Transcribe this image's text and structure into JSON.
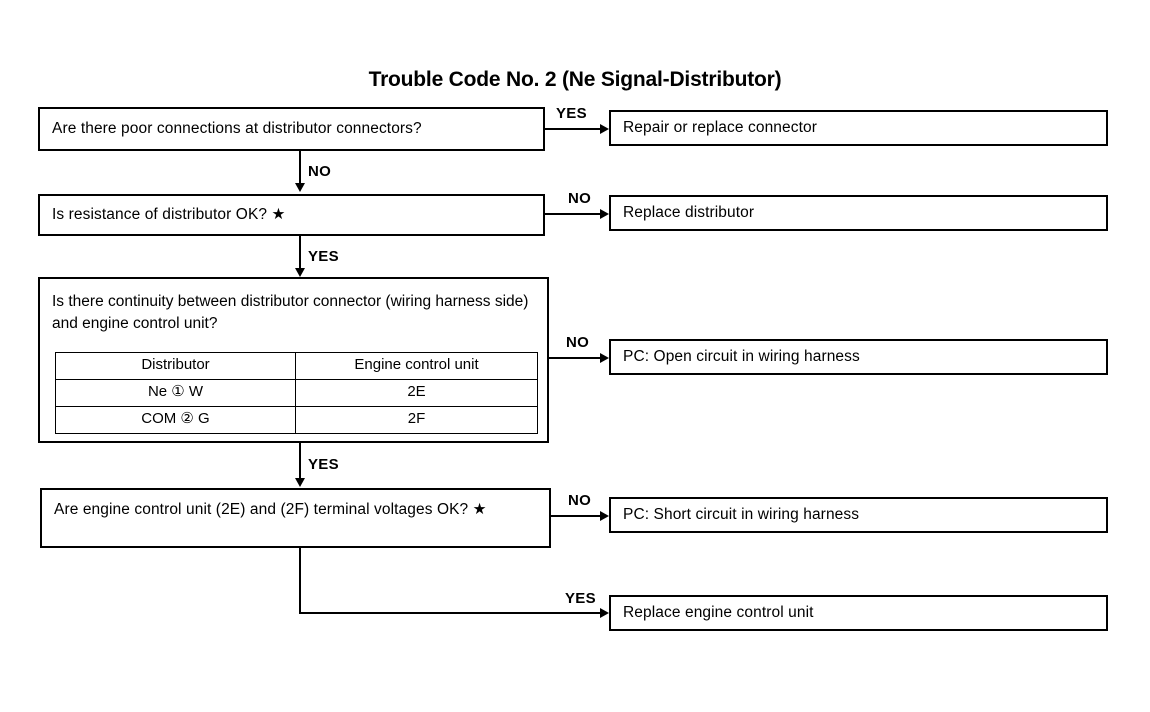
{
  "title": "Trouble Code No. 2 (Ne Signal-Distributor)",
  "decisions": [
    {
      "id": "q1",
      "text": "Are there poor connections at distributor connectors?",
      "yes_label": "YES",
      "no_label": "NO"
    },
    {
      "id": "q2",
      "text": "Is resistance of distributor OK? ★",
      "yes_label": "YES",
      "no_label": "NO"
    },
    {
      "id": "q3",
      "text": "Is there continuity between distributor connector (wiring harness side) and engine control unit?",
      "yes_label": "YES",
      "no_label": "NO"
    },
    {
      "id": "q4",
      "text": "Are engine control unit (2E) and (2F) terminal voltages OK? ★",
      "yes_label": "YES",
      "no_label": "NO"
    }
  ],
  "continuity_table": {
    "headers": [
      "Distributor",
      "Engine control unit"
    ],
    "rows": [
      [
        "Ne ① W",
        "2E"
      ],
      [
        "COM ② G",
        "2F"
      ]
    ]
  },
  "outcomes": [
    {
      "id": "o1",
      "text": "Repair or replace connector"
    },
    {
      "id": "o2",
      "text": "Replace distributor"
    },
    {
      "id": "o3",
      "text": "PC: Open circuit in wiring harness"
    },
    {
      "id": "o4",
      "text": "PC: Short circuit in wiring harness"
    },
    {
      "id": "o5",
      "text": "Replace engine control unit"
    }
  ],
  "branch_labels": {
    "q1_yes": "YES",
    "q1_no": "NO",
    "q2_no": "NO",
    "q2_yes": "YES",
    "q3_no": "NO",
    "q3_yes": "YES",
    "q4_no": "NO",
    "q4_yes": "YES"
  }
}
